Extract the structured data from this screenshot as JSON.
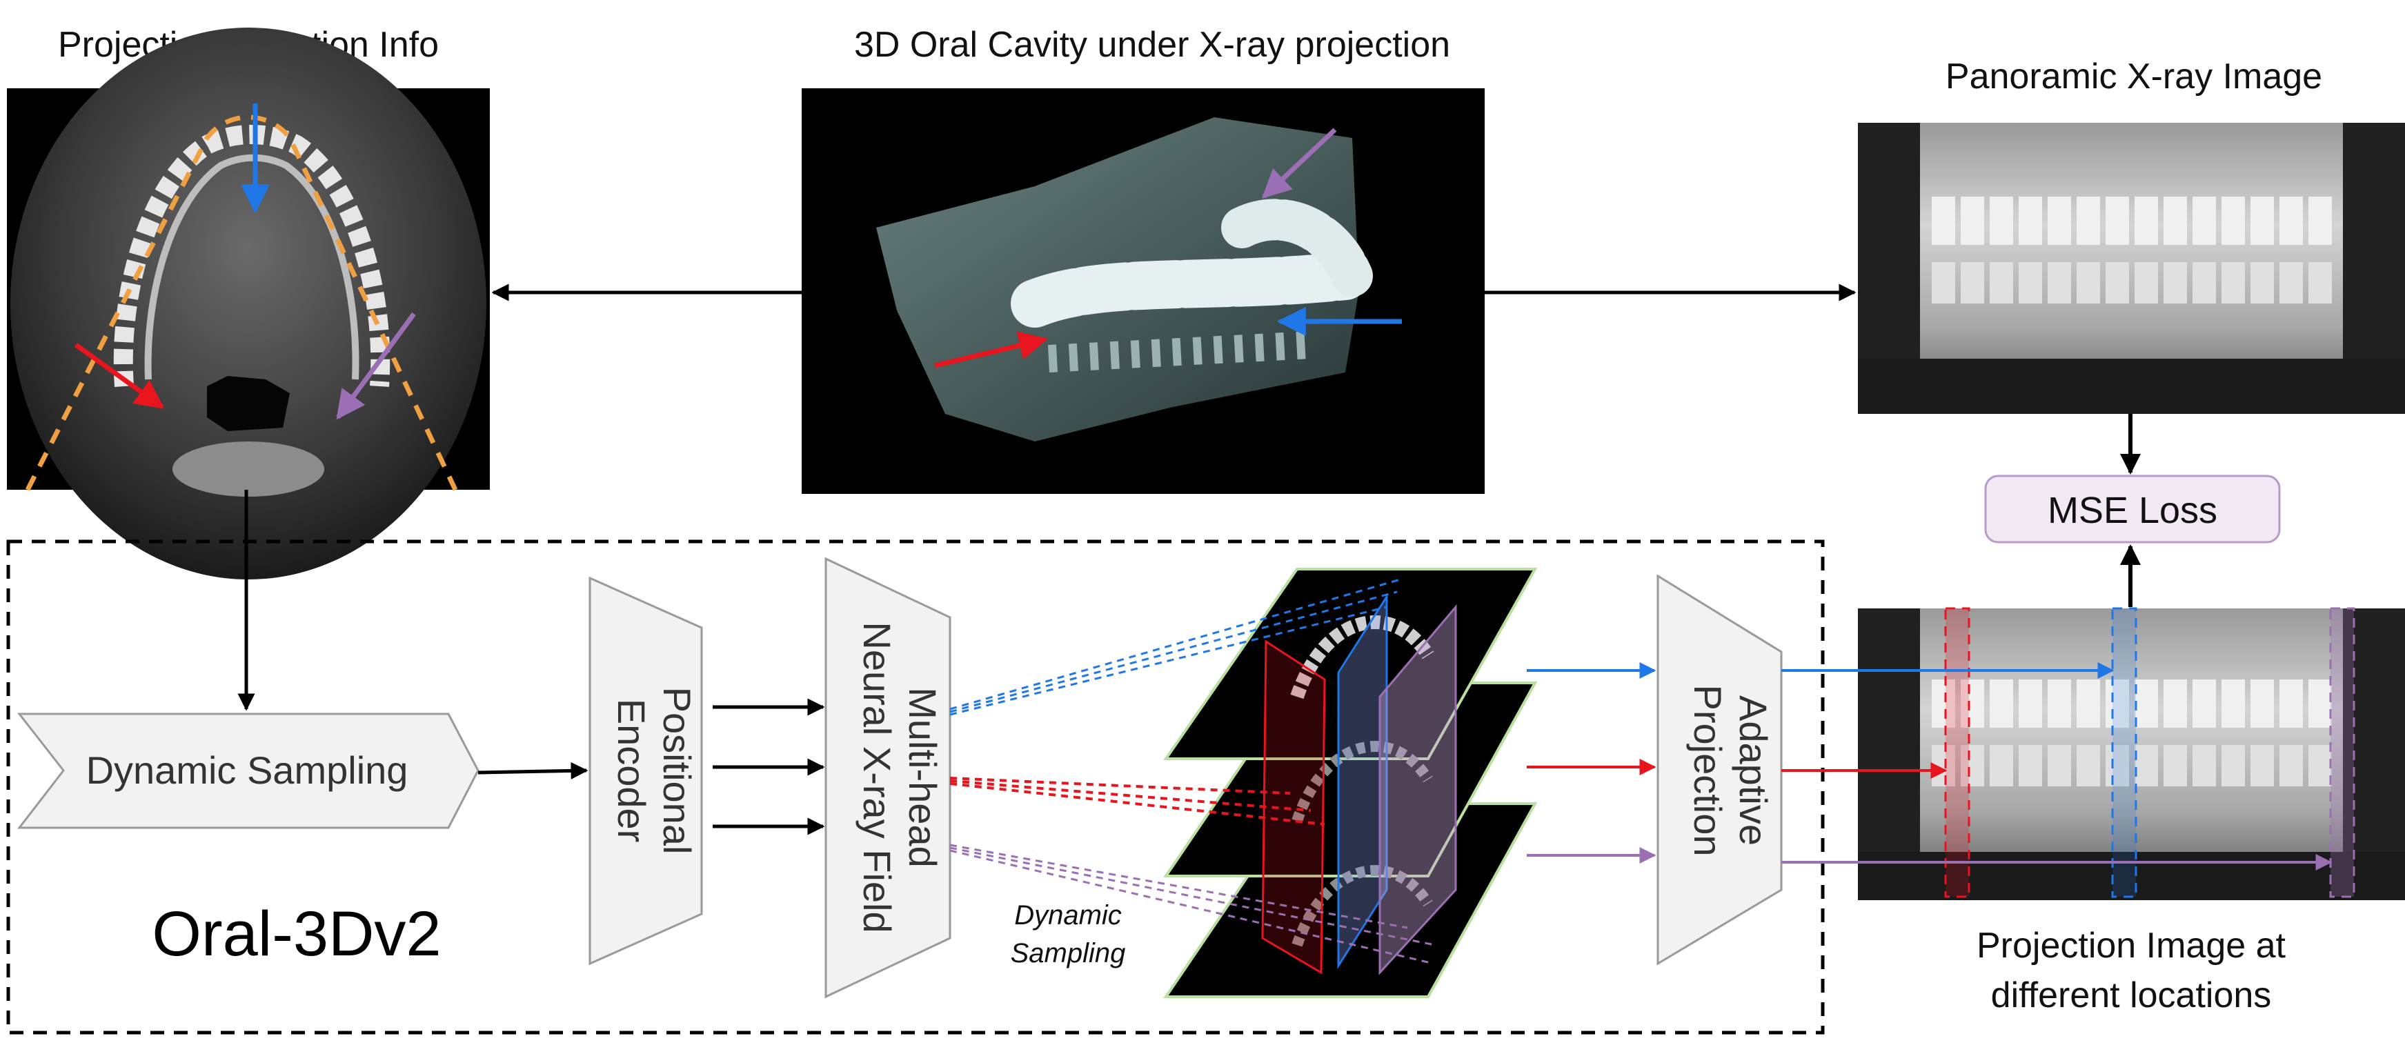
{
  "labels": {
    "projection_direction_info": "Projection Direction Info",
    "oral_cavity_title": "3D Oral Cavity under X-ray projection",
    "panoramic_title": "Panoramic X-ray Image",
    "mse_loss": "MSE Loss",
    "dynamic_sampling_block": "Dynamic Sampling",
    "positional_encoder_line1": "Positional",
    "positional_encoder_line2": "Encoder",
    "multihead_line1": "Multi-head",
    "multihead_line2": "Neural X-ray Field",
    "adaptive_line1": "Adaptive",
    "adaptive_line2": "Projection",
    "dynamic_sampling_italic_line1": "Dynamic",
    "dynamic_sampling_italic_line2": "Sampling",
    "brand": "Oral-3Dv2",
    "projection_image_line1": "Projection Image at",
    "projection_image_line2": "different locations"
  },
  "colors": {
    "blue": "#1f77e8",
    "red": "#e8141e",
    "purple": "#9b6fb3",
    "orange": "#f0a040",
    "box_fill": "#f2f2f2",
    "mse_fill": "#f3e9f5",
    "mse_stroke": "#b79bc8",
    "slice_border": "#b9e0a0"
  }
}
